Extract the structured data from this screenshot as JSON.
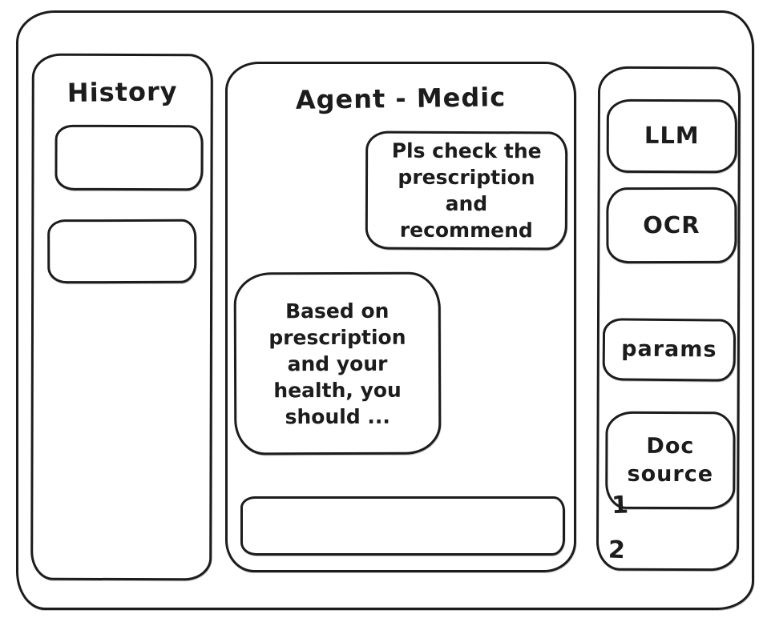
{
  "colors": {
    "ink": "#1c1c1c",
    "background": "#ffffff"
  },
  "history_panel": {
    "title": "History",
    "items": [
      {
        "label": ""
      },
      {
        "label": ""
      }
    ]
  },
  "chat_panel": {
    "title": "Agent - Medic",
    "messages": [
      {
        "role": "user",
        "text": "Pls check the prescription and recommend"
      },
      {
        "role": "agent",
        "text": "Based on prescription and your health, you should ..."
      }
    ],
    "composer": {
      "value": "",
      "placeholder": ""
    }
  },
  "tools_panel": {
    "buttons": [
      {
        "label": "LLM"
      },
      {
        "label": "OCR"
      },
      {
        "label": "params"
      },
      {
        "label": "Doc source"
      }
    ],
    "doc_source_list": [
      "1",
      "2"
    ]
  }
}
